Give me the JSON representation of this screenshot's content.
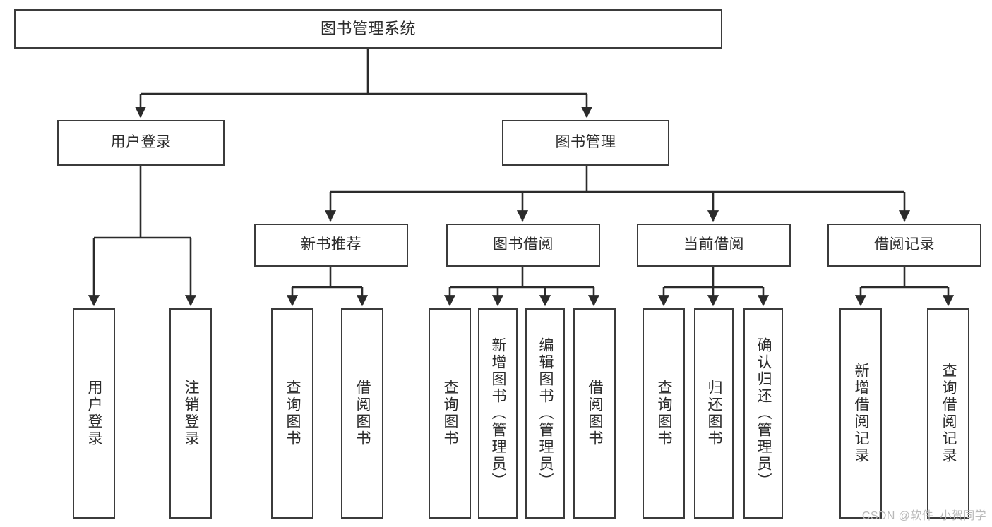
{
  "diagram": {
    "title": "图书管理系统",
    "type": "tree",
    "watermark": "CSDN @软件_小贺同学",
    "colors": {
      "box_stroke": "#3b3b3b",
      "box_fill": "#ffffff",
      "connector": "#2b2b2b",
      "text": "#2b2b2b",
      "watermark": "#b9b9b9",
      "background": "#ffffff"
    },
    "levels": {
      "root": {
        "label": "图书管理系统"
      },
      "level2": [
        {
          "label": "用户登录"
        },
        {
          "label": "图书管理"
        }
      ],
      "level3": [
        {
          "label": "新书推荐"
        },
        {
          "label": "图书借阅"
        },
        {
          "label": "当前借阅"
        },
        {
          "label": "借阅记录"
        }
      ],
      "leaves": [
        {
          "label": "用户登录",
          "parent": "用户登录"
        },
        {
          "label": "注销登录",
          "parent": "用户登录"
        },
        {
          "label": "查询图书",
          "parent": "新书推荐"
        },
        {
          "label": "借阅图书",
          "parent": "新书推荐"
        },
        {
          "label": "查询图书",
          "parent": "图书借阅"
        },
        {
          "label": "新增图书（管理员）",
          "parent": "图书借阅"
        },
        {
          "label": "编辑图书（管理员）",
          "parent": "图书借阅"
        },
        {
          "label": "借阅图书",
          "parent": "图书借阅"
        },
        {
          "label": "查询图书",
          "parent": "当前借阅"
        },
        {
          "label": "归还图书",
          "parent": "当前借阅"
        },
        {
          "label": "确认归还（管理员）",
          "parent": "当前借阅"
        },
        {
          "label": "新增借阅记录",
          "parent": "借阅记录"
        },
        {
          "label": "查询借阅记录",
          "parent": "借阅记录"
        }
      ]
    }
  }
}
